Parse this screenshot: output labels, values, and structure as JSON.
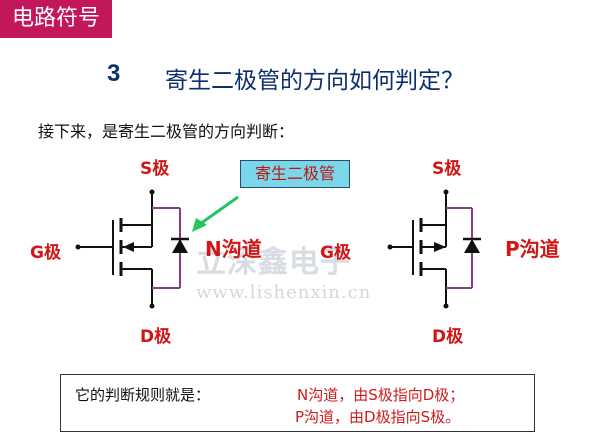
{
  "header": {
    "title": "电路符号"
  },
  "section": {
    "number": "3",
    "title": "寄生二极管的方向如何判定？"
  },
  "intro": "接下来，是寄生二极管的方向判断：",
  "callout": "寄生二极管",
  "left_mosfet": {
    "source": "S极",
    "gate": "G极",
    "drain": "D极",
    "channel": "N沟道"
  },
  "right_mosfet": {
    "source": "S极",
    "gate": "G极",
    "drain": "D极",
    "channel": "P沟道"
  },
  "watermark": {
    "name": "立深鑫电子",
    "url": "www.lishenxin.cn"
  },
  "rules": {
    "heading": "它的判断规则就是：",
    "n_rule": "N沟道，由S极指向D极；",
    "p_rule": "P沟道，由D极指向S极。"
  },
  "colors": {
    "label_red": "#d21616",
    "title_tab": "#c2185b",
    "heading_blue": "#0d2f6e",
    "callout_bg": "#7ad7ea",
    "body_purple": "#8a3b8f",
    "arrow_green": "#22c55e"
  }
}
